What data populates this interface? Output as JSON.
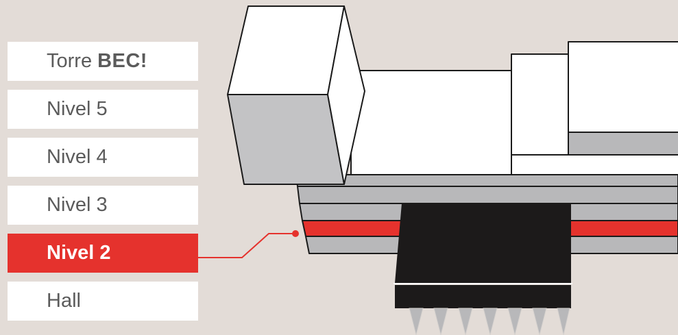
{
  "menu": {
    "tower": {
      "label": "Torre",
      "brand": "BEC!"
    },
    "items": [
      {
        "label": "Nivel 5",
        "active": false
      },
      {
        "label": "Nivel 4",
        "active": false
      },
      {
        "label": "Nivel 3",
        "active": false
      },
      {
        "label": "Nivel 2",
        "active": true
      },
      {
        "label": "Hall",
        "active": false
      }
    ]
  },
  "colors": {
    "background": "#e3dcd7",
    "accent": "#e5322d",
    "slab": "#b8b8ba",
    "box_side": "#c3c3c5",
    "dark_block": "#1c1a1a",
    "text": "#5b5b5b"
  }
}
